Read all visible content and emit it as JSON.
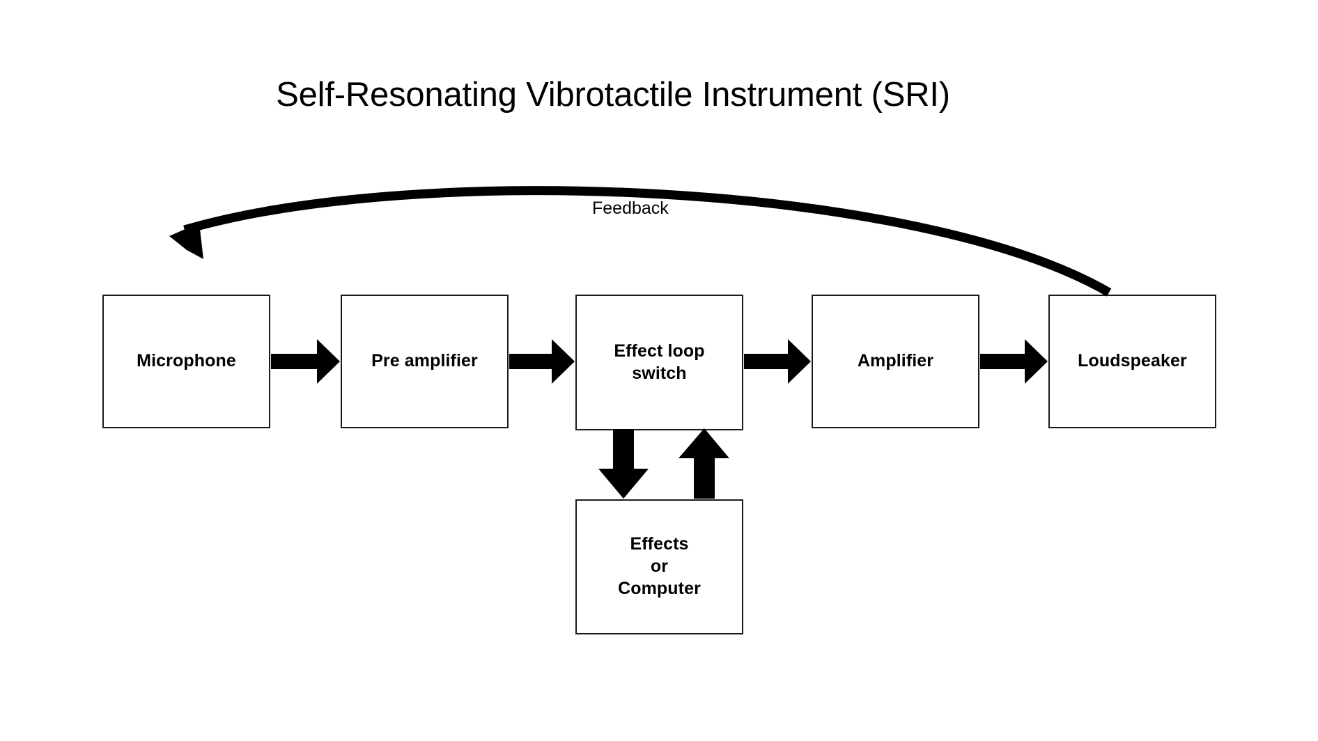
{
  "diagram": {
    "title": "Self-Resonating Vibrotactile Instrument (SRI)",
    "type": "signal-flow-block-diagram",
    "background_color": "#ffffff",
    "stroke_color": "#000000",
    "nodes": [
      {
        "id": "microphone",
        "label": "Microphone"
      },
      {
        "id": "preamp",
        "label": "Pre amplifier"
      },
      {
        "id": "loopswitch",
        "label": "Effect loop\nswitch"
      },
      {
        "id": "amplifier",
        "label": "Amplifier"
      },
      {
        "id": "loudspeaker",
        "label": "Loudspeaker"
      },
      {
        "id": "effects",
        "label": "Effects\nor\nComputer"
      }
    ],
    "edges": [
      {
        "id": "mic-to-preamp",
        "from": "microphone",
        "to": "preamp",
        "label": "",
        "style": "block-arrow",
        "direction": "right"
      },
      {
        "id": "preamp-to-loopswitch",
        "from": "preamp",
        "to": "loopswitch",
        "label": "",
        "style": "block-arrow",
        "direction": "right"
      },
      {
        "id": "loopswitch-to-amp",
        "from": "loopswitch",
        "to": "amplifier",
        "label": "",
        "style": "block-arrow",
        "direction": "right"
      },
      {
        "id": "amp-to-speaker",
        "from": "amplifier",
        "to": "loudspeaker",
        "label": "",
        "style": "block-arrow",
        "direction": "right"
      },
      {
        "id": "loopswitch-to-effects",
        "from": "loopswitch",
        "to": "effects",
        "label": "",
        "style": "block-arrow",
        "direction": "down"
      },
      {
        "id": "effects-to-loopswitch",
        "from": "effects",
        "to": "loopswitch",
        "label": "",
        "style": "block-arrow",
        "direction": "up"
      },
      {
        "id": "speaker-to-mic",
        "from": "loudspeaker",
        "to": "microphone",
        "label": "Feedback",
        "style": "curved-arrow",
        "direction": "left"
      }
    ],
    "feedback_label": "Feedback"
  }
}
